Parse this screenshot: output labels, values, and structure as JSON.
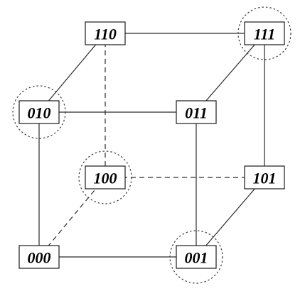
{
  "nodes": [
    {
      "id": "n000",
      "label": "000",
      "highlighted": false
    },
    {
      "id": "n001",
      "label": "001",
      "highlighted": true
    },
    {
      "id": "n010",
      "label": "010",
      "highlighted": true
    },
    {
      "id": "n011",
      "label": "011",
      "highlighted": false
    },
    {
      "id": "n100",
      "label": "100",
      "highlighted": true
    },
    {
      "id": "n101",
      "label": "101",
      "highlighted": false
    },
    {
      "id": "n110",
      "label": "110",
      "highlighted": false
    },
    {
      "id": "n111",
      "label": "111",
      "highlighted": true
    }
  ],
  "edges": [
    {
      "from": "n110",
      "to": "n111",
      "style": "solid"
    },
    {
      "from": "n110",
      "to": "n010",
      "style": "solid"
    },
    {
      "from": "n110",
      "to": "n100",
      "style": "dashed"
    },
    {
      "from": "n111",
      "to": "n011",
      "style": "solid"
    },
    {
      "from": "n111",
      "to": "n101",
      "style": "solid"
    },
    {
      "from": "n010",
      "to": "n011",
      "style": "solid"
    },
    {
      "from": "n010",
      "to": "n000",
      "style": "solid"
    },
    {
      "from": "n011",
      "to": "n001",
      "style": "solid"
    },
    {
      "from": "n100",
      "to": "n101",
      "style": "dashed"
    },
    {
      "from": "n100",
      "to": "n000",
      "style": "dashed"
    },
    {
      "from": "n101",
      "to": "n001",
      "style": "solid"
    },
    {
      "from": "n000",
      "to": "n001",
      "style": "solid"
    }
  ],
  "colors": {
    "stroke": "#1a1a1a",
    "background": "#ffffff"
  }
}
